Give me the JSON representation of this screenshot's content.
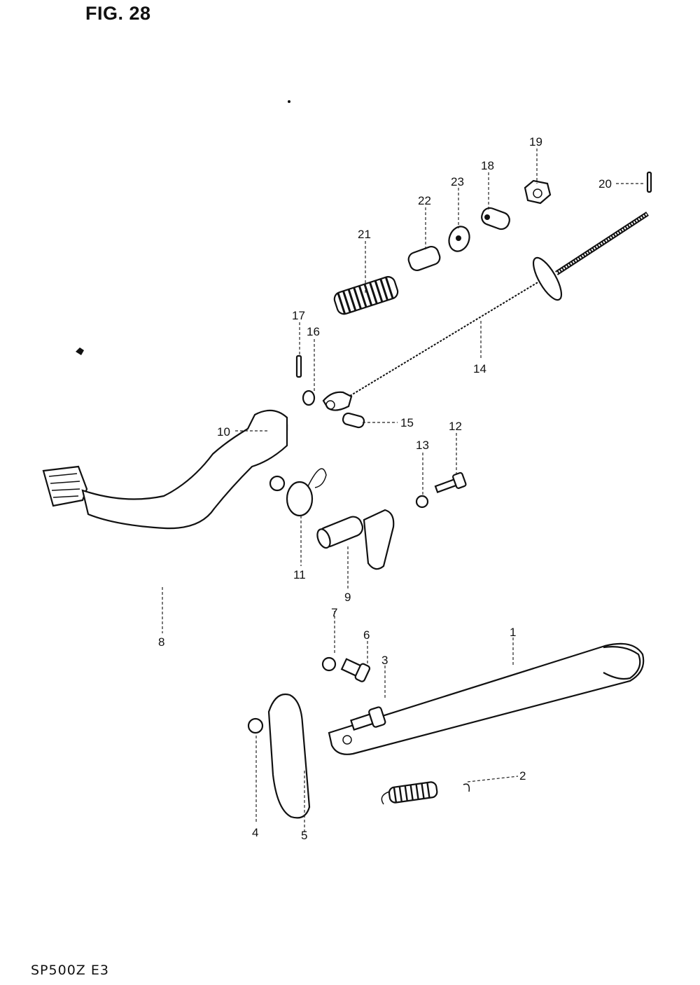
{
  "figure_title": "FIG. 28",
  "model_code": "SP500Z E3",
  "callouts": [
    "1",
    "2",
    "3",
    "4",
    "5",
    "6",
    "7",
    "8",
    "9",
    "10",
    "11",
    "12",
    "13",
    "14",
    "15",
    "16",
    "17",
    "18",
    "19",
    "20",
    "21",
    "22",
    "23"
  ]
}
